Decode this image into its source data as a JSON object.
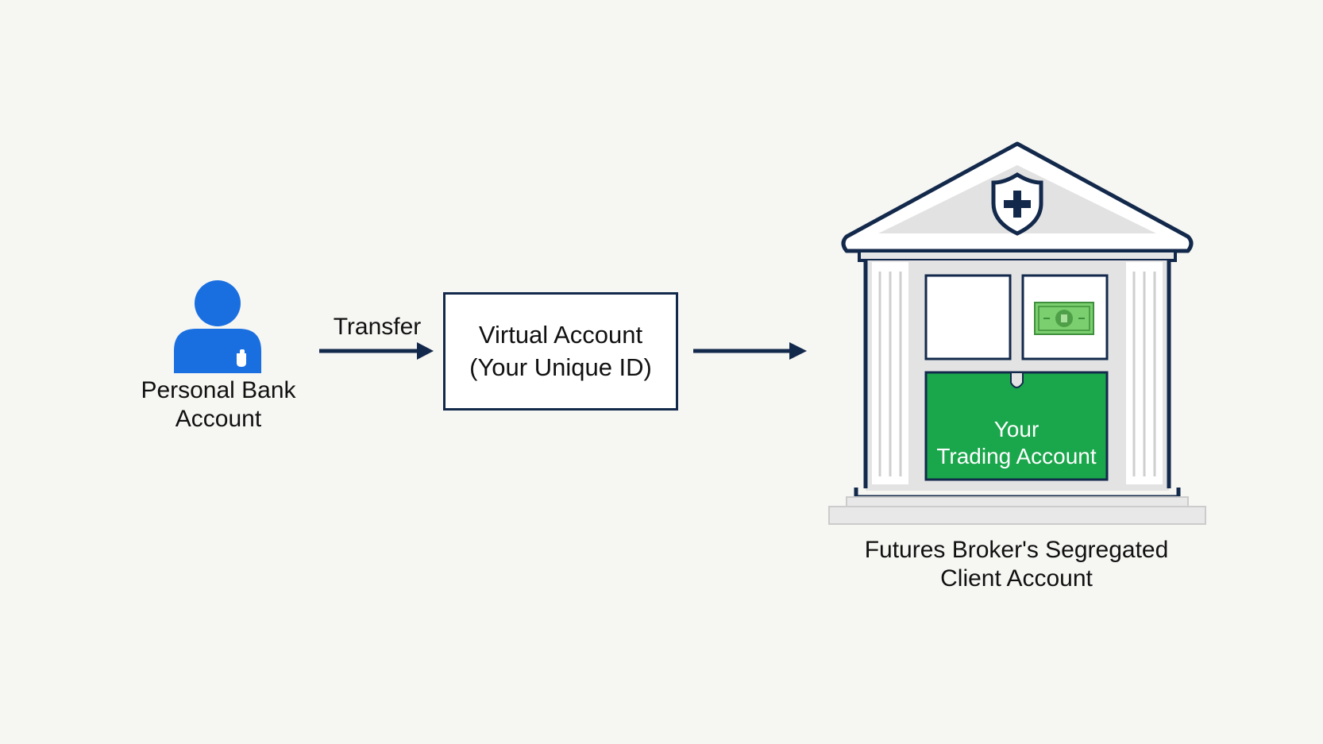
{
  "source": {
    "label_line1": "Personal Bank",
    "label_line2": "Account",
    "icon": "person-icon",
    "color": "#1a6fe0"
  },
  "transfer": {
    "label": "Transfer"
  },
  "virtual_account": {
    "line1": "Virtual Account",
    "line2": "(Your Unique ID)"
  },
  "destination": {
    "inner_account_line1": "Your",
    "inner_account_line2": "Trading Account",
    "label_line1": "Futures Broker's Segregated",
    "label_line2": "Client Account",
    "icon": "bank-building-icon",
    "shield_icon": "shield-plus-icon",
    "money_icon": "banknote-icon",
    "colors": {
      "outline": "#13294b",
      "trading_account": "#1aa64b",
      "banknote": "#7bcf6e"
    }
  },
  "arrow_color": "#13294b"
}
